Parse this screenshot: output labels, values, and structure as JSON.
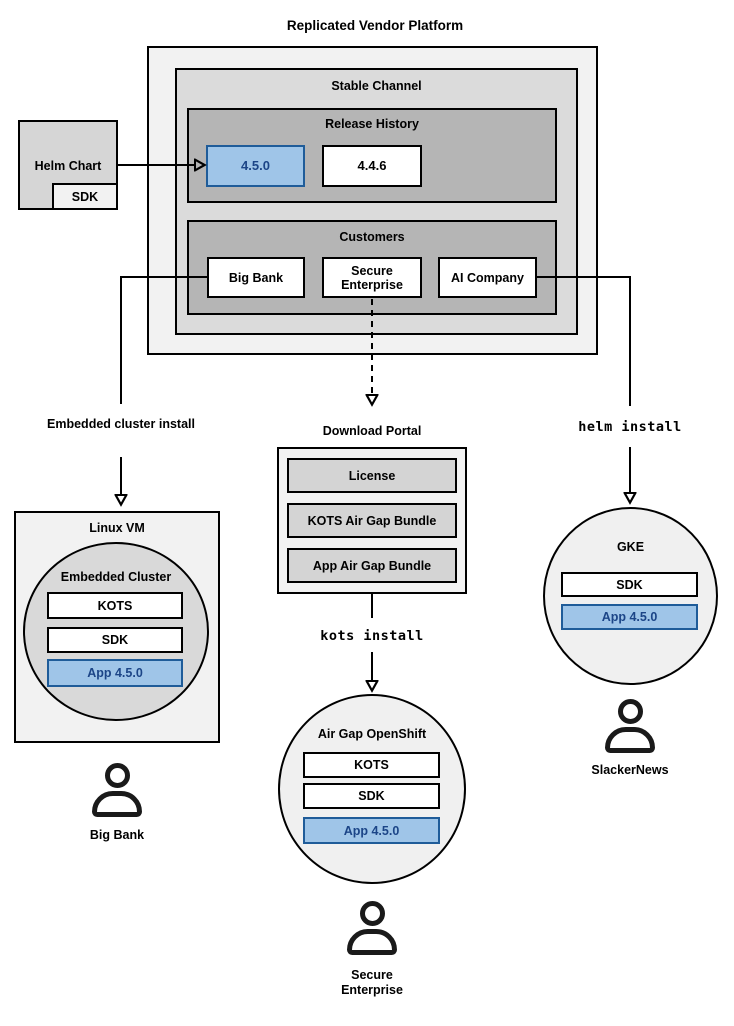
{
  "title": "Replicated Vendor Platform",
  "platform": {
    "stable_channel": "Stable Channel",
    "release_history": {
      "label": "Release History",
      "current": "4.5.0",
      "previous": "4.4.6"
    },
    "customers": {
      "label": "Customers",
      "big_bank": "Big Bank",
      "secure_enterprise": "Secure Enterprise",
      "ai_company": "AI Company"
    }
  },
  "helm_chart": {
    "label": "Helm Chart",
    "sdk": "SDK"
  },
  "flows": {
    "embedded_install": "Embedded cluster install",
    "kots_install": "kots install",
    "helm_install": "helm install"
  },
  "download_portal": {
    "title": "Download Portal",
    "license": "License",
    "kots_bundle": "KOTS Air Gap Bundle",
    "app_bundle": "App Air Gap Bundle"
  },
  "linux_vm": {
    "label": "Linux VM",
    "cluster": "Embedded Cluster",
    "kots": "KOTS",
    "sdk": "SDK",
    "app": "App 4.5.0",
    "user": "Big Bank"
  },
  "openshift": {
    "cluster": "Air Gap OpenShift",
    "kots": "KOTS",
    "sdk": "SDK",
    "app": "App 4.5.0",
    "user": "Secure Enterprise"
  },
  "gke": {
    "cluster": "GKE",
    "sdk": "SDK",
    "app": "App 4.5.0",
    "user": "SlackerNews"
  },
  "colors": {
    "highlight_fill": "#9fc5e8",
    "highlight_border": "#1f5c99",
    "highlight_text": "#1c4587",
    "box_light": "#f2f2f2",
    "box_mid": "#d9d9d9",
    "box_dark": "#b5b5b5",
    "circle_light": "#f0f0f0",
    "line": "#000000"
  }
}
